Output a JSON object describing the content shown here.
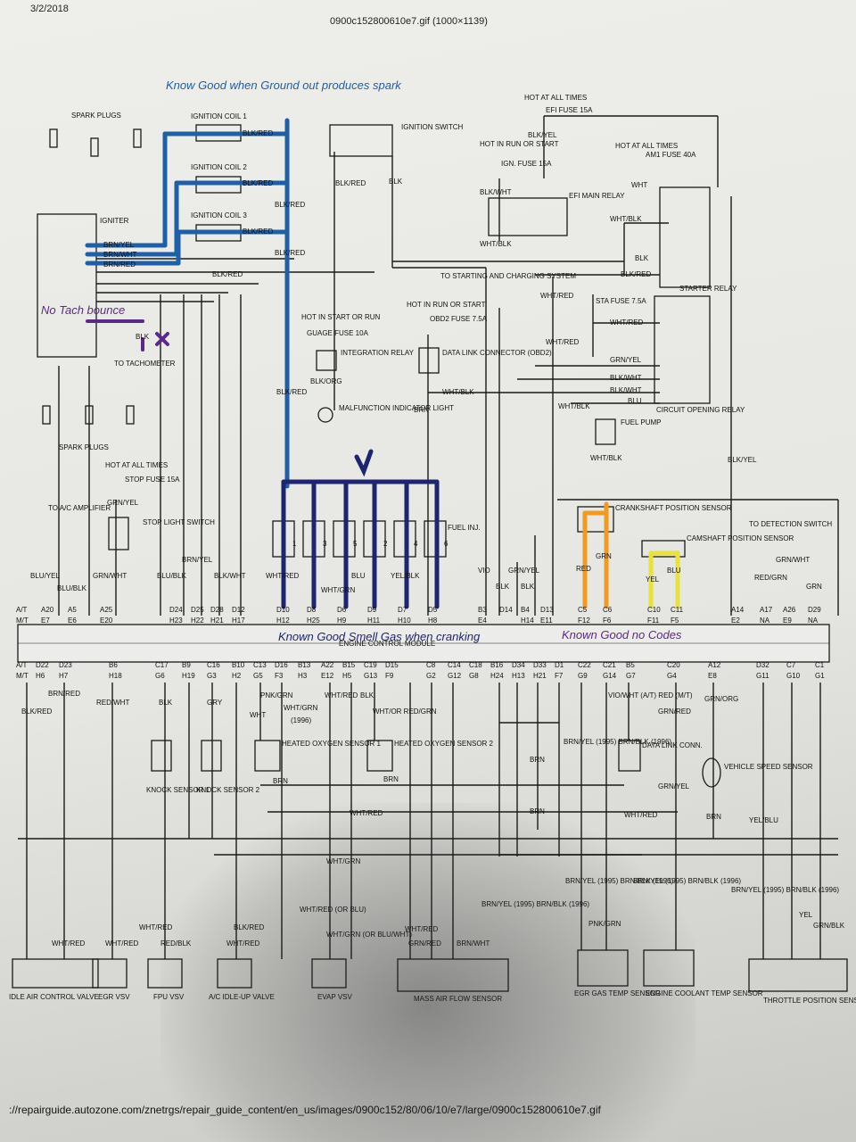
{
  "header": {
    "date": "3/2/2018",
    "filename": "0900c152800610e7.gif (1000×1139)",
    "url": "://repairguide.autozone.com/znetrgs/repair_guide_content/en_us/images/0900c152/80/06/10/e7/large/0900c152800610e7.gif"
  },
  "annotations": {
    "ignition_note": "Know Good when Ground out produces spark",
    "tach_note": "No Tach bounce",
    "ecm_note": "Known Good Smell Gas when cranking",
    "crank_note": "Known Good no Codes"
  },
  "components": {
    "spark_plugs_top": "SPARK PLUGS",
    "spark_plugs_bottom": "SPARK PLUGS",
    "igniter": "IGNITER",
    "coil1": "IGNITION COIL 1",
    "coil2": "IGNITION COIL 2",
    "coil3": "IGNITION COIL 3",
    "ignition_switch": "IGNITION SWITCH",
    "tachometer": "TO TACHOMETER",
    "hot_all_times_efi": "HOT AT ALL TIMES",
    "efi_fuse": "EFI FUSE 15A",
    "hot_run_start": "HOT IN RUN OR START",
    "ign_fuse": "IGN. FUSE 15A",
    "efi_main_relay": "EFI MAIN RELAY",
    "hot_all_times_am1": "HOT AT ALL TIMES",
    "am1_fuse": "AM1 FUSE 40A",
    "starting_system": "TO STARTING AND CHARGING SYSTEM",
    "starter_relay": "STARTER RELAY",
    "sta_fuse": "STA FUSE 7.5A",
    "hot_run_start_gauge": "HOT IN START OR RUN",
    "gauge_fuse": "GUAGE FUSE 10A",
    "integration_relay": "INTEGRATION RELAY",
    "hot_run_start_obd": "HOT IN RUN OR START",
    "obd2_fuse": "OBD2 FUSE 7.5A",
    "dlc": "DATA LINK CONNECTOR (OBD2)",
    "mil": "MALFUNCTION INDICATOR LIGHT",
    "fuel_pump": "FUEL PUMP",
    "circuit_opening_relay": "CIRCUIT OPENING RELAY",
    "hot_all_times_stop": "HOT AT ALL TIMES",
    "stop_fuse": "STOP FUSE 15A",
    "stop_light_switch": "STOP LIGHT SWITCH",
    "ac_amplifier": "TO A/C AMPLIFIER",
    "fuel_inj": "FUEL INJ.",
    "crankshaft_sensor": "CRANKSHAFT POSITION SENSOR",
    "camshaft_sensor": "CAMSHAFT POSITION SENSOR",
    "detection_switch": "TO DETECTION SWITCH",
    "ecm": "ENGINE CONTROL MODULE",
    "knock1": "KNOCK SENSOR 1",
    "knock2": "KNOCK SENSOR 2",
    "ho2s1": "HEATED OXYGEN SENSOR 1",
    "ho2s2": "HEATED OXYGEN SENSOR 2",
    "dlc_conn": "DATA LINK CONN.",
    "vss": "VEHICLE SPEED SENSOR",
    "iac": "IDLE AIR CONTROL VALVE",
    "egr_vsv": "EGR VSV",
    "fpu_vsv": "FPU VSV",
    "ac_idle_up": "A/C IDLE-UP VALVE",
    "evap_vsv": "EVAP VSV",
    "maf": "MASS AIR FLOW SENSOR",
    "egr_temp": "EGR GAS TEMP SENSOR",
    "ect": "ENGINE COOLANT TEMP SENSOR",
    "tps": "THROTTLE POSITION SENSOR"
  },
  "wires": {
    "blk_red": "BLK/RED",
    "blk": "BLK",
    "blk_yel": "BLK/YEL",
    "brn_yel": "BRN/YEL",
    "brn_wht": "BRN/WHT",
    "brn_red": "BRN/RED",
    "blk_wht": "BLK/WHT",
    "wht_blk": "WHT/BLK",
    "wht": "WHT",
    "wht_red": "WHT/RED",
    "grn_yel": "GRN/YEL",
    "blk_org": "BLK/ORG",
    "brn": "BRN",
    "blu": "BLU",
    "blu_yel": "BLU/YEL",
    "blu_blk": "BLU/BLK",
    "grn_wht": "GRN/WHT",
    "red": "RED",
    "grn": "GRN",
    "yel": "YEL",
    "vio": "VIO",
    "grn_red": "GRN/RED",
    "red_wht": "RED/WHT",
    "gry": "GRY",
    "pnk_grn": "PNK/GRN",
    "wht_grn": "WHT/GRN",
    "yel_blk": "YEL/BLK",
    "grn_org": "GRN/ORG",
    "yel_blu": "YEL/BLU",
    "grn_blk": "GRN/BLK",
    "red_blk": "RED/BLK",
    "wht_red_or_blu": "WHT/RED (OR BLU)",
    "wht_grn_or_blu_wht": "WHT/GRN (OR BLU/WHT)",
    "brn_yel_1995": "BRN/YEL (1995) BRN/BLK (1996)",
    "vio_wht": "VIO/WHT (A/T) RED (M/T)",
    "yr_1996": "(1996)",
    "red_grn": "RED/GRN",
    "wht_or_red_grn": "WHT/OR RED/GRN"
  },
  "ecm_top_pins": [
    {
      "at": "A/T",
      "mt": "M/T"
    },
    {
      "at": "A20",
      "mt": "E7"
    },
    {
      "at": "A5",
      "mt": "E6"
    },
    {
      "at": "A25",
      "mt": "E20"
    },
    {
      "at": "D24",
      "mt": "H23"
    },
    {
      "at": "D25",
      "mt": "H22"
    },
    {
      "at": "D28",
      "mt": "H21"
    },
    {
      "at": "D12",
      "mt": "H17"
    },
    {
      "at": "D10",
      "mt": "H12"
    },
    {
      "at": "D8",
      "mt": "H25"
    },
    {
      "at": "D6",
      "mt": "H9"
    },
    {
      "at": "D9",
      "mt": "H11"
    },
    {
      "at": "D7",
      "mt": "H10"
    },
    {
      "at": "D5",
      "mt": "H8"
    },
    {
      "at": "B3",
      "mt": "E4"
    },
    {
      "at": "D14",
      "mt": ""
    },
    {
      "at": "B4",
      "mt": "H14"
    },
    {
      "at": "D13",
      "mt": "E11"
    },
    {
      "at": "C5",
      "mt": "F12"
    },
    {
      "at": "C6",
      "mt": "F6"
    },
    {
      "at": "C10",
      "mt": "F11"
    },
    {
      "at": "C11",
      "mt": "F5"
    },
    {
      "at": "A14",
      "mt": "E2"
    },
    {
      "at": "A17",
      "mt": "NA"
    },
    {
      "at": "A26",
      "mt": "E9"
    },
    {
      "at": "D29",
      "mt": "NA"
    }
  ],
  "ecm_bottom_pins": [
    {
      "at": "A/T",
      "mt": "M/T"
    },
    {
      "at": "D22",
      "mt": "H6"
    },
    {
      "at": "D23",
      "mt": "H7"
    },
    {
      "at": "B6",
      "mt": "H18"
    },
    {
      "at": "C17",
      "mt": "G6"
    },
    {
      "at": "B9",
      "mt": "H19"
    },
    {
      "at": "C16",
      "mt": "G3"
    },
    {
      "at": "B10",
      "mt": "H2"
    },
    {
      "at": "C13",
      "mt": "G5"
    },
    {
      "at": "D16",
      "mt": "F3"
    },
    {
      "at": "B13",
      "mt": "H3"
    },
    {
      "at": "A22",
      "mt": "E12"
    },
    {
      "at": "B15",
      "mt": "H5"
    },
    {
      "at": "C19",
      "mt": "G13"
    },
    {
      "at": "D15",
      "mt": "F9"
    },
    {
      "at": "C8",
      "mt": "G2"
    },
    {
      "at": "C14",
      "mt": "G12"
    },
    {
      "at": "C18",
      "mt": "G8"
    },
    {
      "at": "B16",
      "mt": "H24"
    },
    {
      "at": "D34",
      "mt": "H13"
    },
    {
      "at": "D33",
      "mt": "H21"
    },
    {
      "at": "D1",
      "mt": "F7"
    },
    {
      "at": "C22",
      "mt": "G9"
    },
    {
      "at": "C21",
      "mt": "G14"
    },
    {
      "at": "B5",
      "mt": "G7"
    },
    {
      "at": "C20",
      "mt": "G4"
    },
    {
      "at": "A12",
      "mt": "E8"
    },
    {
      "at": "D32",
      "mt": "G11"
    },
    {
      "at": "C7",
      "mt": "G10"
    },
    {
      "at": "C1",
      "mt": "G1"
    }
  ],
  "injectors": [
    "1",
    "3",
    "5",
    "2",
    "4",
    "6"
  ],
  "colors": {
    "paper": "#ebebe7",
    "ink": "#1a1a1a",
    "blue_marker": "#1f5fa8",
    "navy_marker": "#1d2472",
    "orange_marker": "#f29a1f",
    "yellow_marker": "#e8e23a",
    "purple_marker": "#5a2a86"
  }
}
